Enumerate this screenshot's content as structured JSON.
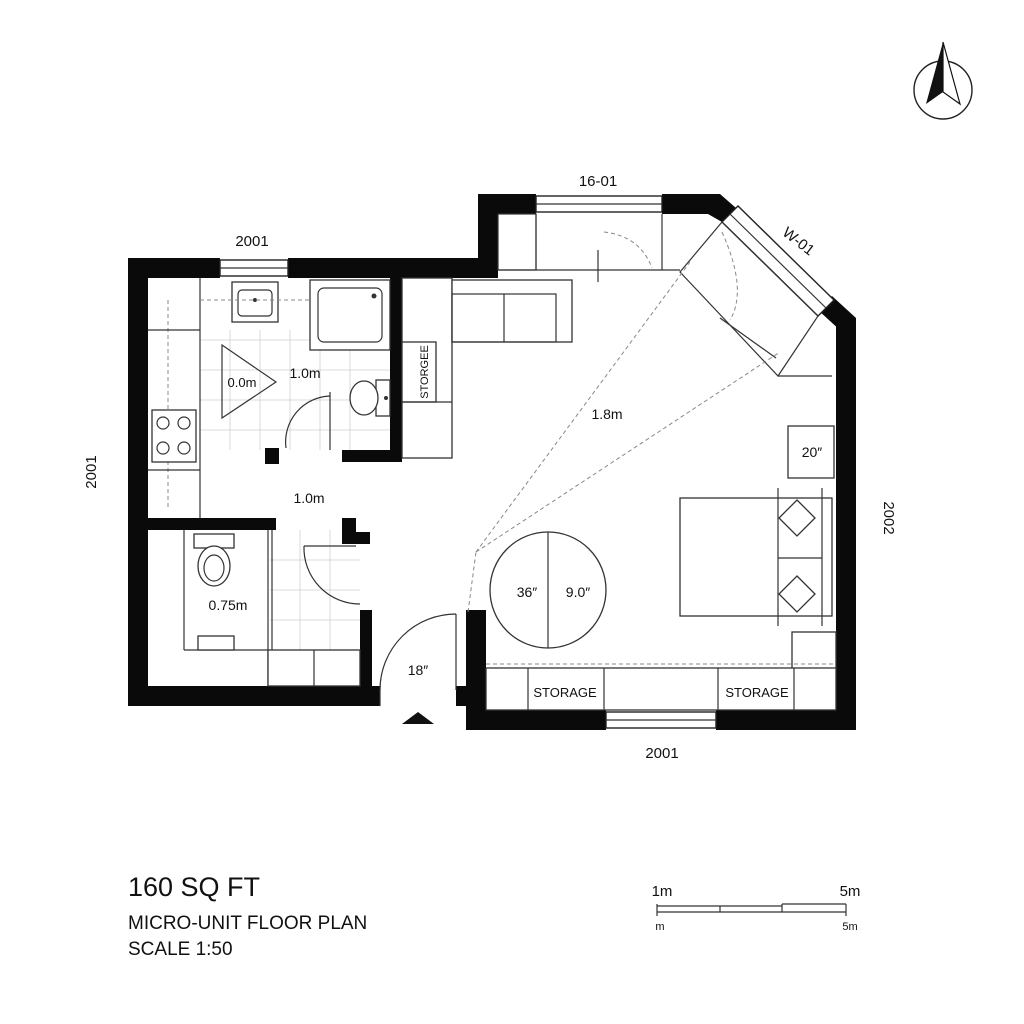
{
  "labels": {
    "window_top_left": "2001",
    "window_top_bay": "16-01",
    "window_diagonal": "W-01",
    "wall_left": "2001",
    "wall_right": "2002",
    "window_bottom": "2001",
    "storage_vertical": "STORGEE",
    "storage_bottom_left": "STORAGE",
    "storage_bottom_right": "STORAGE",
    "dim_shower": "0.0m",
    "dim_bath_width": "1.0m",
    "dim_hall": "1.0m",
    "dim_wc": "0.75m",
    "dim_diagonal": "1.8m",
    "dim_entry_door": "18″",
    "dim_nightstand": "20″",
    "table_left": "36″",
    "table_right": "9.0″"
  },
  "title_block": {
    "area": "160 SQ FT",
    "subtitle": "MICRO-UNIT FLOOR PLAN",
    "scale": "SCALE 1:50"
  },
  "scale_bar": {
    "label_left_top": "1m",
    "label_right_top": "5m",
    "label_left_bottom": "m",
    "label_right_bottom": "5m"
  },
  "north_arrow": {
    "icon": "north-arrow-icon"
  }
}
